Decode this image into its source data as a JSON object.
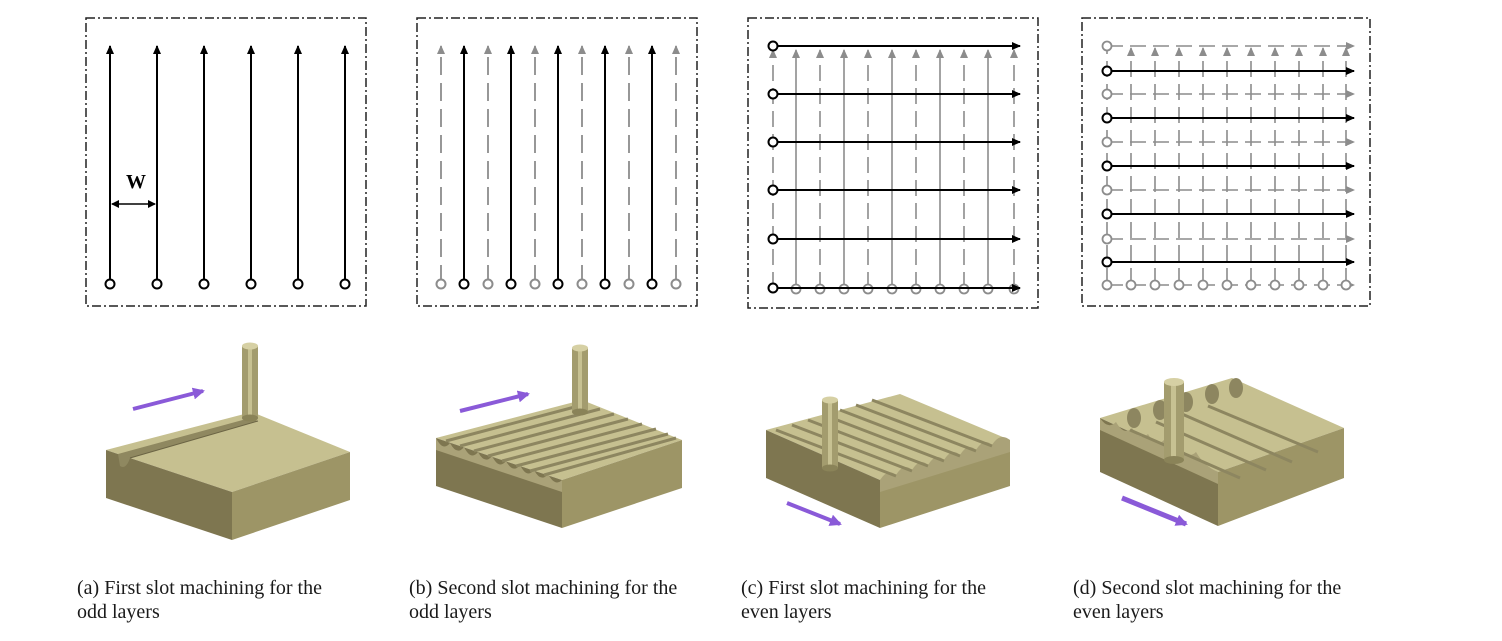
{
  "figure": {
    "dimension_label": "W",
    "panels": [
      {
        "id": "a",
        "caption": [
          "(a) First slot machining for the",
          "odd layers"
        ]
      },
      {
        "id": "b",
        "caption": [
          "(b) Second slot machining for the",
          "odd layers"
        ]
      },
      {
        "id": "c",
        "caption": [
          "(c) First slot machining for the",
          "even layers"
        ]
      },
      {
        "id": "d",
        "caption": [
          "(d) Second slot machining for the",
          "even layers"
        ]
      }
    ],
    "colors": {
      "active_path": "#000000",
      "previous_path": "#8c8c8c",
      "workpiece_top": "#c6c090",
      "workpiece_front": "#7e7650",
      "workpiece_side": "#9d9566",
      "tool": "#a39c6e",
      "feed_arrow": "#8a5ad8"
    }
  }
}
